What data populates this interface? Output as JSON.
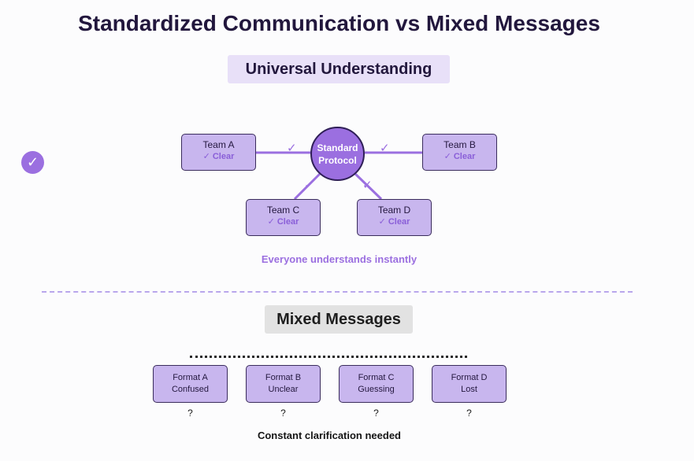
{
  "title": "Standardized Communication vs Mixed Messages",
  "top_section": {
    "banner": "Universal Understanding",
    "badge_icon": "✓",
    "hub_line1": "Standard",
    "hub_line2": "Protocol",
    "wire_check": "✓",
    "teams": [
      {
        "name": "Team A",
        "status": "✓ Clear"
      },
      {
        "name": "Team B",
        "status": "✓ Clear"
      },
      {
        "name": "Team C",
        "status": "✓ Clear"
      },
      {
        "name": "Team D",
        "status": "✓ Clear"
      }
    ],
    "caption": "Everyone understands instantly",
    "accent_color": "#9b6fe0"
  },
  "bottom_section": {
    "banner": "Mixed Messages",
    "formats": [
      {
        "name": "Format A",
        "state": "Confused",
        "mark": "?"
      },
      {
        "name": "Format B",
        "state": "Unclear",
        "mark": "?"
      },
      {
        "name": "Format C",
        "state": "Guessing",
        "mark": "?"
      },
      {
        "name": "Format D",
        "state": "Lost",
        "mark": "?"
      }
    ],
    "caption": "Constant clarification needed"
  }
}
